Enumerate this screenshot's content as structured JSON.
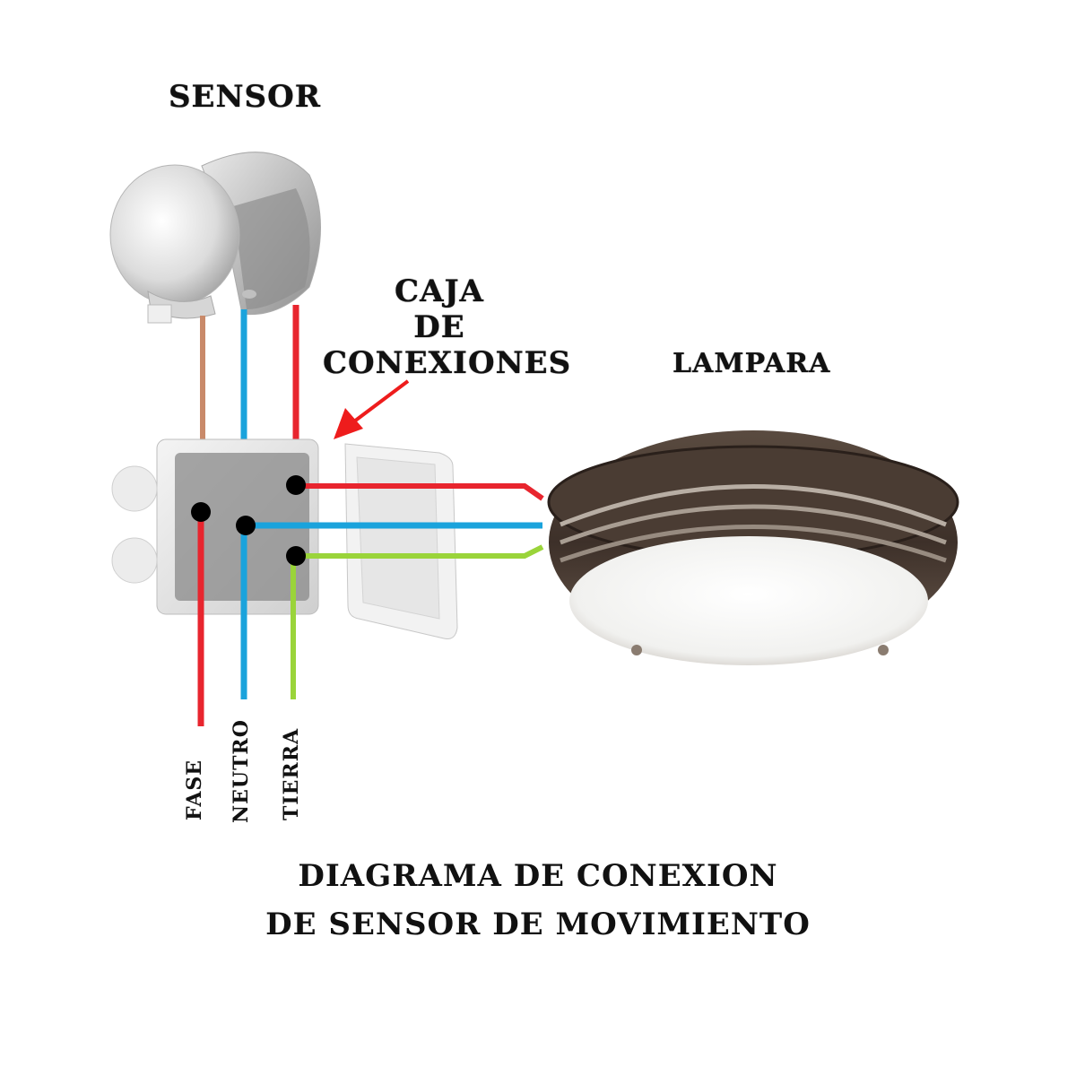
{
  "diagram": {
    "title_lines": [
      "DIAGRAMA DE CONEXION",
      "DE SENSOR DE MOVIMIENTO"
    ],
    "components": {
      "sensor": {
        "label": "SENSOR"
      },
      "junction_box": {
        "label_lines": [
          "CAJA",
          "DE",
          "CONEXIONES"
        ]
      },
      "lamp": {
        "label": "LAMPARA"
      }
    },
    "wire_labels": {
      "fase": "FASE",
      "neutro": "NEUTRO",
      "tierra": "TIERRA"
    },
    "wire_colors": {
      "fase": "#e8252e",
      "sensor_fase_in": "#c98a6a",
      "neutro": "#1aa3dc",
      "tierra": "#9ad43a",
      "arrow": "#ee1c1c",
      "node": "#000000"
    }
  }
}
